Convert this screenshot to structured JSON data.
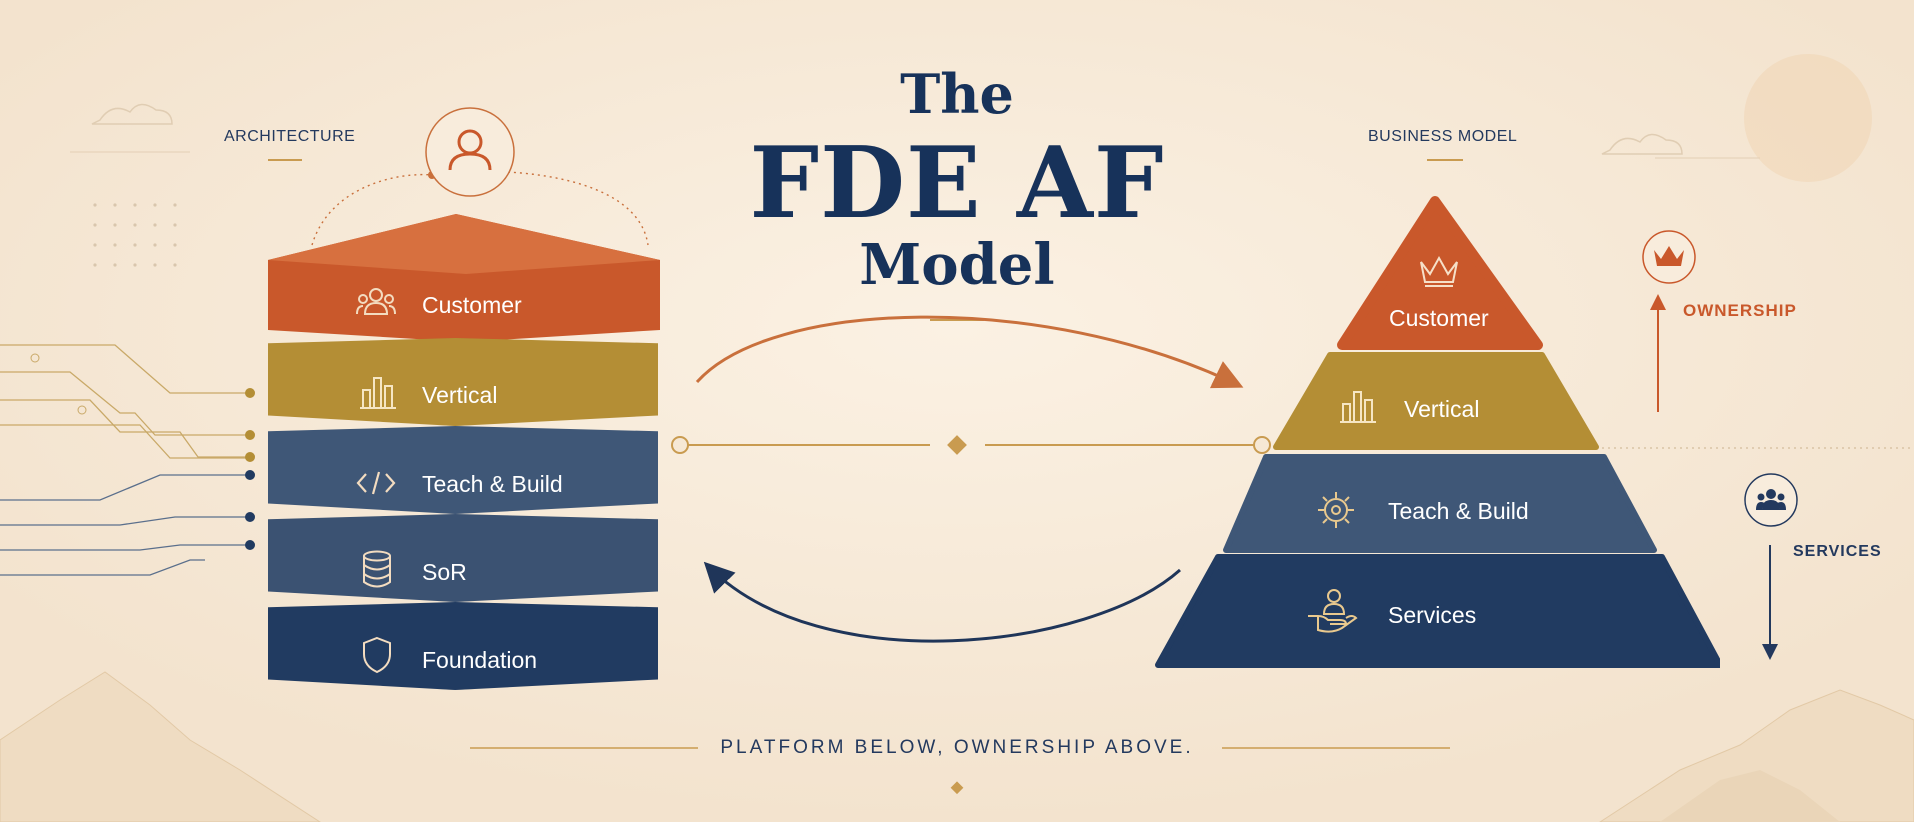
{
  "title": {
    "line1": "The",
    "line2": "FDE AF",
    "line3": "Model"
  },
  "architecture": {
    "label": "ARCHITECTURE",
    "layers": [
      {
        "label": "Customer",
        "icon": "people-group-icon",
        "color": "#c9582b"
      },
      {
        "label": "Vertical",
        "icon": "bar-chart-icon",
        "color": "#b48e35"
      },
      {
        "label": "Teach & Build",
        "icon": "code-brackets-icon",
        "color": "#3f5777"
      },
      {
        "label": "SoR",
        "icon": "database-icon",
        "color": "#3b5272"
      },
      {
        "label": "Foundation",
        "icon": "shield-icon",
        "color": "#213b61"
      }
    ]
  },
  "business_model": {
    "label": "BUSINESS MODEL",
    "tiers": [
      {
        "label": "Customer",
        "icon": "crown-icon",
        "color": "#c9582b"
      },
      {
        "label": "Vertical",
        "icon": "bar-chart-icon",
        "color": "#b48e35"
      },
      {
        "label": "Teach & Build",
        "icon": "gear-icon",
        "color": "#3f5777"
      },
      {
        "label": "Services",
        "icon": "hand-person-icon",
        "color": "#213b61"
      }
    ]
  },
  "ownership": {
    "label": "OWNERSHIP",
    "color": "#c9582b",
    "icon": "crown-icon"
  },
  "services": {
    "label": "SERVICES",
    "color": "#23395e",
    "icon": "people-icon"
  },
  "footer": "PLATFORM BELOW, OWNERSHIP ABOVE."
}
